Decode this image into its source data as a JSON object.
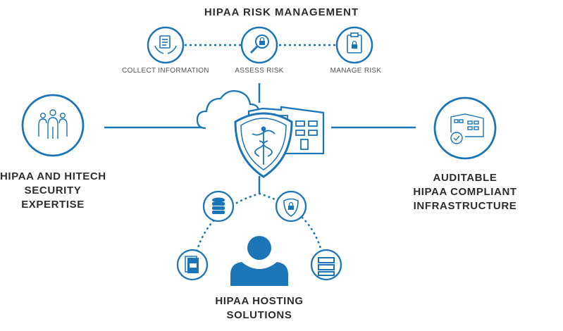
{
  "title": "HIPAA RISK MANAGEMENT",
  "risk_steps": [
    {
      "label": "COLLECT INFORMATION",
      "icon": "document-hands-icon"
    },
    {
      "label": "ASSESS RISK",
      "icon": "magnifier-lock-icon"
    },
    {
      "label": "MANAGE RISK",
      "icon": "clipboard-lock-icon"
    }
  ],
  "left_block": {
    "line1": "HIPAA AND HITECH",
    "line2": "SECURITY",
    "line3": "EXPERTISE",
    "icon": "team-people-icon"
  },
  "right_block": {
    "line1": "AUDITABLE",
    "line2": "HIPAA COMPLIANT",
    "line3": "INFRASTRUCTURE",
    "icon": "building-gear-icon"
  },
  "center": {
    "icon": "cloud-building-shield-icon"
  },
  "bottom_block": {
    "line1": "HIPAA HOSTING",
    "line2": "SOLUTIONS",
    "icons": [
      "database-icon",
      "shield-lock-icon",
      "document-stack-icon",
      "server-icon",
      "person-icon"
    ]
  },
  "colors": {
    "accent": "#1b75b6",
    "text": "#2d2d2d",
    "muted": "#555555"
  }
}
